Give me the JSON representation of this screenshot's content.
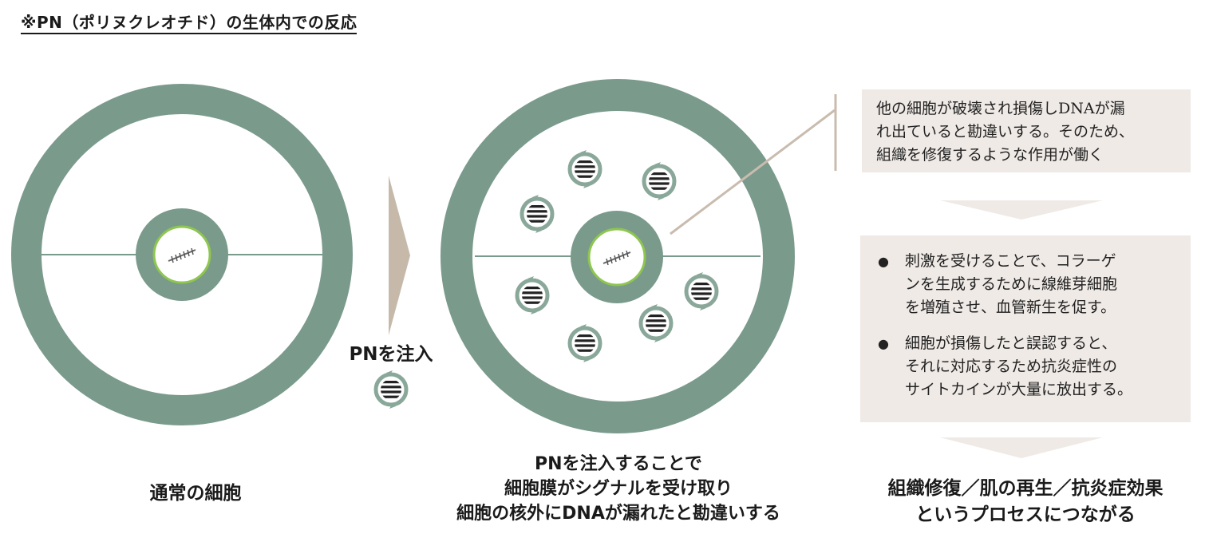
{
  "header": {
    "title": "※PN（ポリヌクレオチド）の生体内での反応"
  },
  "labels": {
    "normal_cell": "通常の細胞",
    "inject": "PNを注入",
    "pn_effect": [
      "PNを注入することで",
      "細胞膜がシグナルを受け取り",
      "細胞の核外にDNAが漏れたと勘違いする"
    ],
    "result": [
      "組織修復／肌の再生／抗炎症効果",
      "というプロセスにつながる"
    ]
  },
  "boxes": {
    "misinterpret": "他の細胞が破壊され損傷しDNAが漏\nれ出ていると勘違いする。そのため、\n組織を修復するような作用が働く",
    "effects": [
      "刺激を受けることで、コラーゲ\nンを生成するために線維芽細胞\nを増殖させ、血管新生を促す。",
      "細胞が損傷したと誤認すると、\nそれに対応するため抗炎症性の\nサイトカインが大量に放出する。"
    ],
    "bullet_symbol": "●"
  },
  "colors": {
    "membrane": "#7a9a8c",
    "nucleus_ring": "#8ec650",
    "arrow": "#c7b9aa",
    "box_bg": "#efeae6",
    "connector": "#c9bcaf",
    "dna_ring": "#8aa89a"
  }
}
